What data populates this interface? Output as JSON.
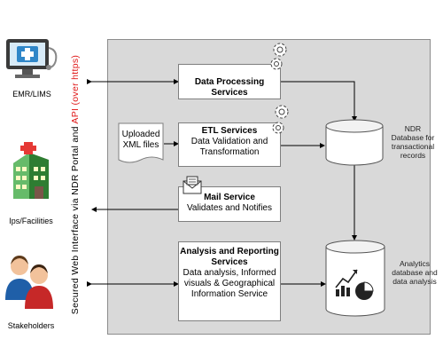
{
  "actors": {
    "emr": {
      "label": "EMR/LIMS",
      "icon": "computer-medical-icon"
    },
    "facilities": {
      "label": "Ips/Facilities",
      "icon": "hospital-building-icon"
    },
    "stakeholders": {
      "label": "Stakeholders",
      "icon": "people-group-icon"
    }
  },
  "interface": {
    "text_black": "Secured Web Interface via NDR Portal and ",
    "text_red": "API (over https)"
  },
  "services": {
    "processing": {
      "title": "Data Processing Services"
    },
    "etl": {
      "title": "ETL Services",
      "line1": "Data Validation and",
      "line2": "Transformation"
    },
    "mail": {
      "title": "Mail Service",
      "line1": "Validates and Notifies"
    },
    "analysis": {
      "title1": "Analysis and Reporting",
      "title2": "Services",
      "line1": "Data analysis, Informed",
      "line2": "visuals & Geographical",
      "line3": "Information Service"
    }
  },
  "uploaded": {
    "line1": "Uploaded",
    "line2": "XML files"
  },
  "ndr_db": {
    "line1": "NDR",
    "line2": "Database for",
    "line3": "transactional",
    "line4": "records"
  },
  "analytics_db": {
    "line1": "Analytics",
    "line2": "database and",
    "line3": "data analysis"
  },
  "colors": {
    "panel": "#d9d9d9",
    "panel_border": "#8c8c8c",
    "accent_red": "#e01b1b",
    "icon_blue": "#1f5fa8"
  }
}
